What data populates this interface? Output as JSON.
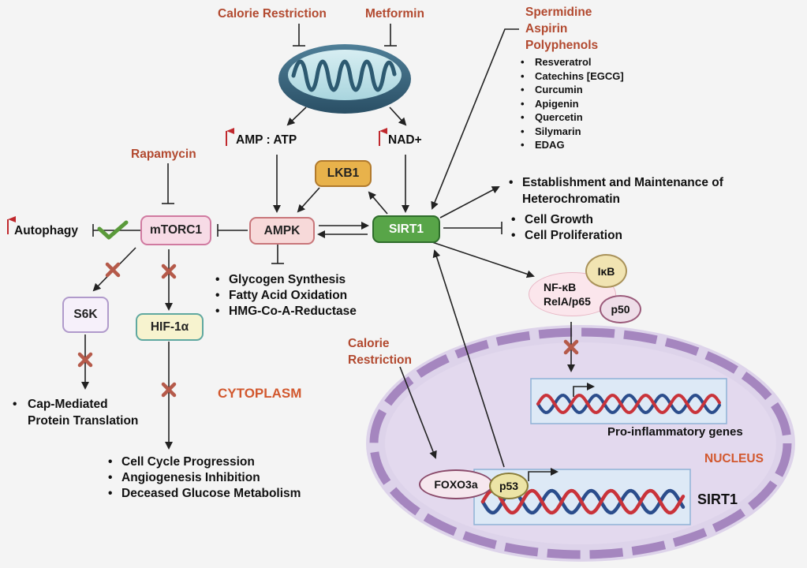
{
  "inhibitors": {
    "calorie_restriction_top": "Calorie Restriction",
    "metformin": "Metformin",
    "rapamycin": "Rapamycin",
    "calorie_restriction_nucleus": [
      "Calorie",
      "Restriction"
    ]
  },
  "activators": {
    "title_lines": [
      "Spermidine",
      "Aspirin",
      "Polyphenols"
    ],
    "polyphenols": [
      "Resveratrol",
      "Catechins [EGCG]",
      "Curcumin",
      "Apigenin",
      "Quercetin",
      "Silymarin",
      "EDAG"
    ]
  },
  "signals": {
    "amp_atp": "AMP : ATP",
    "nad": "NAD+",
    "autophagy": "Autophagy"
  },
  "nodes": {
    "lkb1": "LKB1",
    "ampk": "AMPK",
    "sirt1": "SIRT1",
    "mtorc1": "mTORC1",
    "s6k": "S6K",
    "hif1a": "HIF-1α"
  },
  "ampk_effects": [
    "Glycogen Synthesis",
    "Fatty Acid Oxidation",
    "HMG-Co-A-Reductase"
  ],
  "sirt1_effects": {
    "heterochromatin_lines": [
      "Establishment and Maintenance of",
      "Heterochromatin"
    ],
    "growth": [
      "Cell Growth",
      "Cell Proliferation"
    ]
  },
  "s6k_effects": {
    "lines": [
      "Cap-Mediated",
      "Protein Translation"
    ]
  },
  "hif_effects": [
    "Cell Cycle Progression",
    "Angiogenesis Inhibition",
    "Deceased Glucose Metabolism"
  ],
  "nfkb": {
    "ikb": "IκB",
    "line1": "NF-κB",
    "line2": "RelA/p65",
    "p50": "p50"
  },
  "compartments": {
    "cytoplasm": "CYTOPLASM",
    "nucleus": "NUCLEUS"
  },
  "nucleus": {
    "pro_inflammatory": "Pro-inflammatory genes",
    "foxo3a": "FOXO3a",
    "p53": "p53",
    "sirt1_gene": "SIRT1"
  },
  "colors": {
    "inhibitor_text": "#b2492f",
    "compartment_text": "#d2582e",
    "increase_arrow": "#c0282d",
    "block_x": "#b55a4a",
    "check": "#5a9a3a",
    "sirt1_fill": "#58a548",
    "lkb1_fill": "#e8b24b",
    "ampk_fill": "#f7d9d9",
    "mtorc1_fill": "#f7dbe6",
    "hif_fill": "#f7f3cf",
    "nucleus_fill": "#ddd3ea",
    "nucleus_border": "#a586bf"
  }
}
